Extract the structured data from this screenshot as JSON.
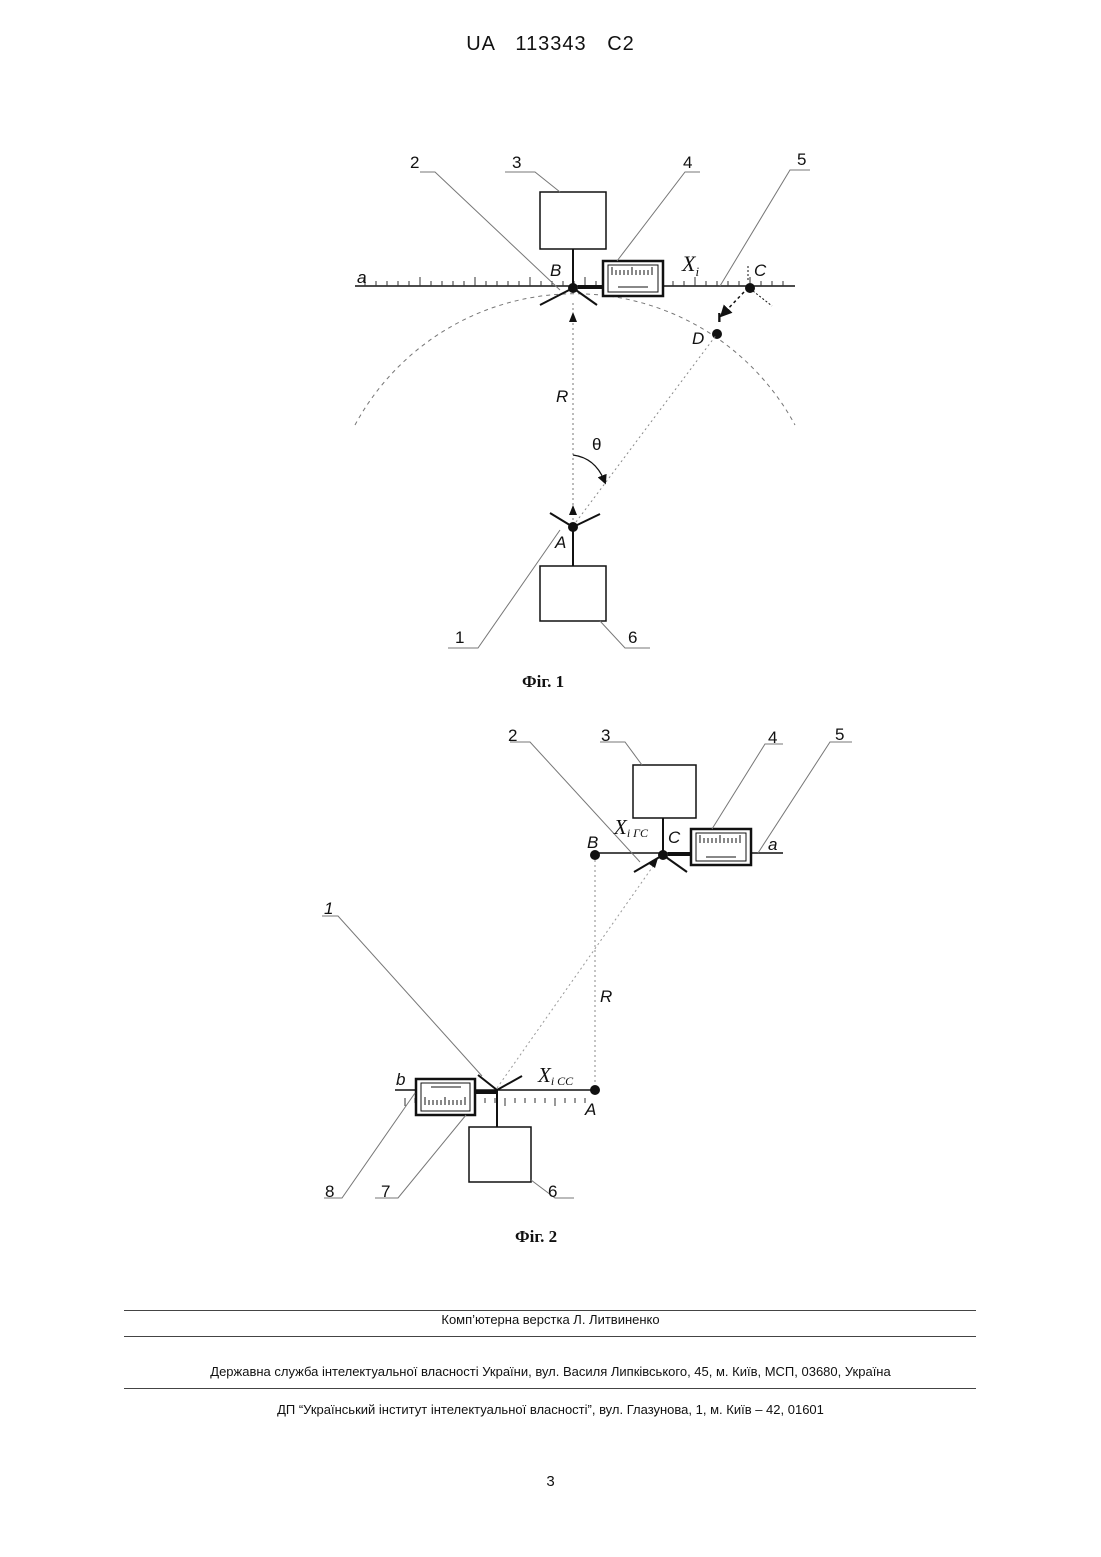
{
  "header": {
    "patent_number": "UA   113343   C2"
  },
  "fig1": {
    "caption": "Фіг. 1",
    "refs": [
      "1",
      "2",
      "3",
      "4",
      "5",
      "6"
    ],
    "points": {
      "A": "A",
      "B": "B",
      "C": "C",
      "D": "D"
    },
    "symbols": {
      "R": "R",
      "theta": "θ",
      "x": "X",
      "x_sub": "i",
      "r": "r",
      "axis_a": "a"
    }
  },
  "fig2": {
    "caption": "Фіг. 2",
    "refs": [
      "1",
      "2",
      "3",
      "4",
      "5",
      "6",
      "7",
      "8"
    ],
    "points": {
      "A": "A",
      "B": "B",
      "C": "C"
    },
    "symbols": {
      "R": "R",
      "x_gs": "X",
      "x_gs_sub": "і ГС",
      "x_ss": "X",
      "x_ss_sub": "і СС",
      "axis_a": "a",
      "axis_b": "b"
    }
  },
  "footer": {
    "layout_credit": "Комп’ютерна верстка Л. Литвиненко",
    "agency": "Державна служба інтелектуальної власності України, вул. Василя Липківського, 45, м. Київ, МСП, 03680, Україна",
    "institute": "ДП “Український інститут інтелектуальної власності”, вул. Глазунова, 1, м. Київ – 42, 01601"
  },
  "page_number": "3"
}
